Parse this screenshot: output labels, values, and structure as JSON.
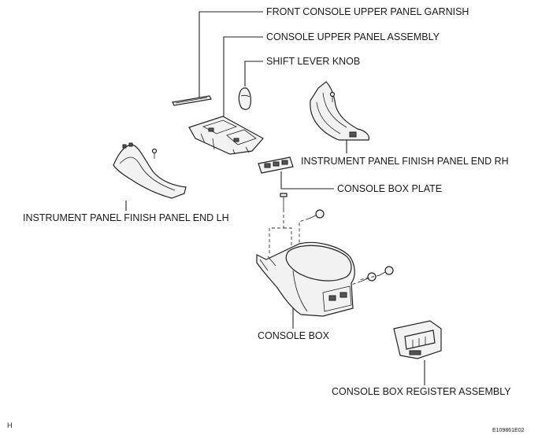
{
  "labels": {
    "front_console_upper_panel_garnish": "FRONT CONSOLE UPPER PANEL GARNISH",
    "console_upper_panel_assembly": "CONSOLE UPPER PANEL ASSEMBLY",
    "shift_lever_knob": "SHIFT LEVER KNOB",
    "instrument_panel_finish_panel_end_rh": "INSTRUMENT PANEL FINISH PANEL END RH",
    "console_box_plate": "CONSOLE BOX PLATE",
    "instrument_panel_finish_panel_end_lh": "INSTRUMENT PANEL FINISH PANEL END LH",
    "console_box": "CONSOLE BOX",
    "console_box_register_assembly": "CONSOLE BOX REGISTER ASSEMBLY"
  },
  "corner_letter": "H",
  "figure_code": "E109861E02"
}
